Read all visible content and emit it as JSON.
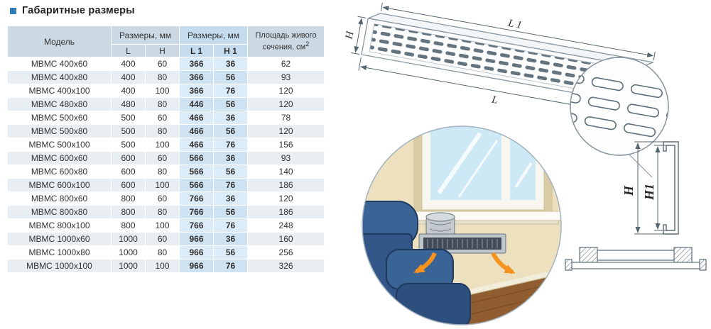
{
  "page": {
    "title": "Габаритные размеры"
  },
  "accent_color": "#2e7cb8",
  "table": {
    "headers": {
      "model": "Модель",
      "dims1": "Размеры, мм",
      "dims2": "Размеры, мм",
      "l": "L",
      "h": "H",
      "l1": "L 1",
      "h1": "H 1",
      "area": "Площадь живого сечения, см",
      "area_sup": "2"
    },
    "rows": [
      {
        "model": "МВМС 400х60",
        "l": "400",
        "h": "60",
        "l1": "366",
        "h1": "36",
        "area": "62"
      },
      {
        "model": "МВМС 400х80",
        "l": "400",
        "h": "80",
        "l1": "366",
        "h1": "56",
        "area": "93"
      },
      {
        "model": "МВМС 400х100",
        "l": "400",
        "h": "100",
        "l1": "366",
        "h1": "76",
        "area": "120"
      },
      {
        "model": "МВМС 480х80",
        "l": "480",
        "h": "80",
        "l1": "446",
        "h1": "56",
        "area": "120"
      },
      {
        "model": "МВМС 500х60",
        "l": "500",
        "h": "60",
        "l1": "466",
        "h1": "36",
        "area": "78"
      },
      {
        "model": "МВМС 500х80",
        "l": "500",
        "h": "80",
        "l1": "466",
        "h1": "56",
        "area": "120"
      },
      {
        "model": "МВМС 500х100",
        "l": "500",
        "h": "100",
        "l1": "466",
        "h1": "76",
        "area": "156"
      },
      {
        "model": "МВМС 600х60",
        "l": "600",
        "h": "60",
        "l1": "566",
        "h1": "36",
        "area": "93"
      },
      {
        "model": "МВМС 600х80",
        "l": "600",
        "h": "80",
        "l1": "566",
        "h1": "56",
        "area": "140"
      },
      {
        "model": "МВМС 600х100",
        "l": "600",
        "h": "100",
        "l1": "566",
        "h1": "76",
        "area": "186"
      },
      {
        "model": "МВМС 800х60",
        "l": "800",
        "h": "60",
        "l1": "766",
        "h1": "36",
        "area": "120"
      },
      {
        "model": "МВМС 800х80",
        "l": "800",
        "h": "80",
        "l1": "766",
        "h1": "56",
        "area": "186"
      },
      {
        "model": "МВМС 800х100",
        "l": "800",
        "h": "100",
        "l1": "766",
        "h1": "76",
        "area": "248"
      },
      {
        "model": "МВМС 1000х60",
        "l": "1000",
        "h": "60",
        "l1": "966",
        "h1": "36",
        "area": "160"
      },
      {
        "model": "МВМС 1000х80",
        "l": "1000",
        "h": "80",
        "l1": "966",
        "h1": "56",
        "area": "256"
      },
      {
        "model": "МВМС 1000х100",
        "l": "1000",
        "h": "100",
        "l1": "966",
        "h1": "76",
        "area": "326"
      }
    ]
  },
  "drawings": {
    "perspective": {
      "l1": "L 1",
      "l": "L",
      "h": "H"
    },
    "profile": {
      "h": "H",
      "h1": "H1"
    }
  }
}
